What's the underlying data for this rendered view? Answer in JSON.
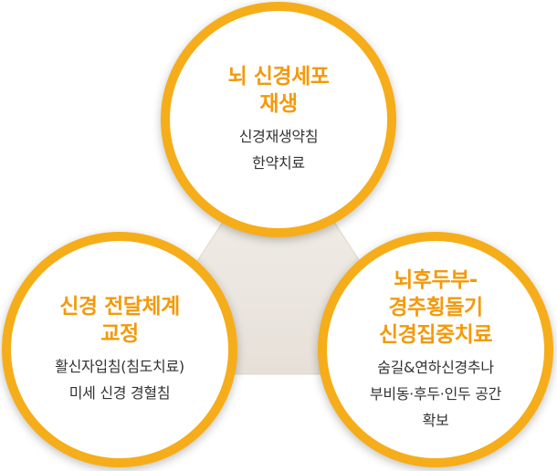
{
  "colors": {
    "accent": "#f6ad1a",
    "title": "#f39a0b",
    "text": "#333333",
    "connector": "#ece7e0"
  },
  "circles": {
    "top": {
      "title_lines": [
        "뇌 신경세포",
        "재생"
      ],
      "desc_lines": [
        "신경재생약침",
        "한약치료"
      ]
    },
    "left": {
      "title_lines": [
        "신경 전달체계",
        "교정"
      ],
      "desc_lines": [
        "활신자입침(침도치료)",
        "미세 신경 경혈침"
      ]
    },
    "right": {
      "title_lines": [
        "뇌후두부-",
        "경추횡돌기",
        "신경집중치료"
      ],
      "desc_lines": [
        "숨길&연하신경추나",
        "부비동·후두·인두 공간",
        "확보"
      ]
    }
  }
}
